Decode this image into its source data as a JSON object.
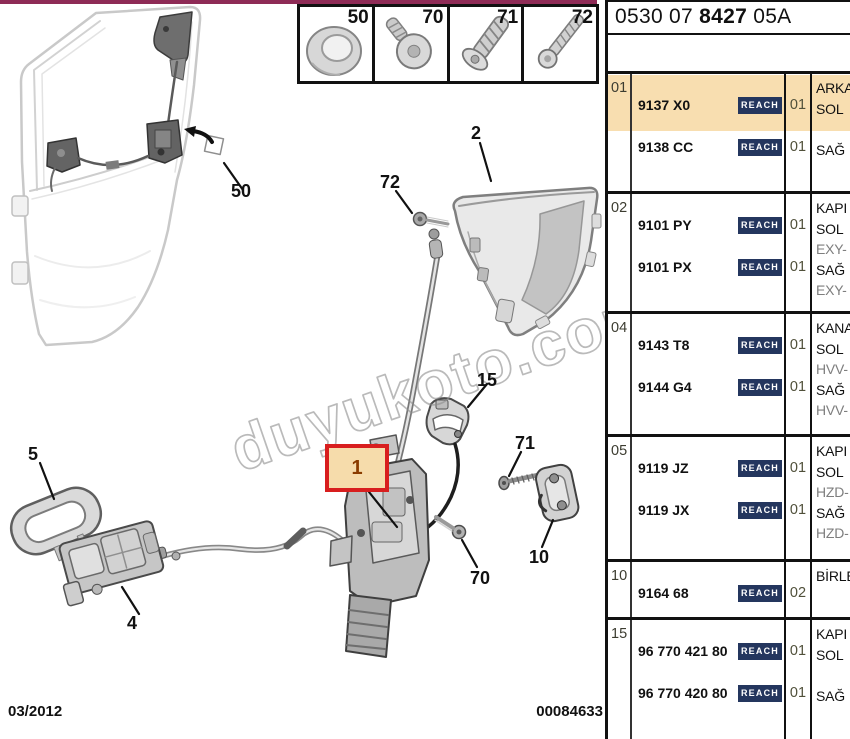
{
  "header": {
    "part_number_prefix": "0530 07 ",
    "part_number_bold": "8427",
    "part_number_suffix": " 05A"
  },
  "footer": {
    "date": "03/2012",
    "doc_number": "00084633"
  },
  "fastener_legend": [
    {
      "id": "50",
      "icon": "grommet-icon"
    },
    {
      "id": "70",
      "icon": "short-screw-icon"
    },
    {
      "id": "71",
      "icon": "tapping-screw-icon"
    },
    {
      "id": "72",
      "icon": "long-screw-icon"
    }
  ],
  "diagram": {
    "watermark": "duyukoto.com",
    "labels": [
      {
        "text": "50"
      },
      {
        "text": "2"
      },
      {
        "text": "72"
      },
      {
        "text": "15"
      },
      {
        "text": "1",
        "highlighted": true
      },
      {
        "text": "71"
      },
      {
        "text": "70"
      },
      {
        "text": "10"
      },
      {
        "text": "5"
      },
      {
        "text": "4"
      }
    ]
  },
  "table": {
    "reach_label": "REACH",
    "groups": [
      {
        "no": "01",
        "rows": [
          {
            "ref": "9137 X0",
            "qty": "01",
            "highlighted": true
          },
          {
            "ref": "9138 CC",
            "qty": "01"
          }
        ],
        "desc_lines": [
          {
            "text": "ARKA"
          },
          {
            "text": "SOL"
          },
          {
            "text": ""
          },
          {
            "text": "SAĞ"
          }
        ]
      },
      {
        "no": "02",
        "rows": [
          {
            "ref": "9101 PY",
            "qty": "01"
          },
          {
            "ref": "9101 PX",
            "qty": "01"
          }
        ],
        "desc_lines": [
          {
            "text": "KAPI"
          },
          {
            "text": "SOL"
          },
          {
            "text": "EXY-",
            "muted": true
          },
          {
            "text": "SAĞ"
          },
          {
            "text": "EXY-",
            "muted": true
          }
        ]
      },
      {
        "no": "04",
        "rows": [
          {
            "ref": "9143 T8",
            "qty": "01"
          },
          {
            "ref": "9144 G4",
            "qty": "01"
          }
        ],
        "desc_lines": [
          {
            "text": "KANA"
          },
          {
            "text": "SOL"
          },
          {
            "text": "HVV-",
            "muted": true
          },
          {
            "text": "SAĞ"
          },
          {
            "text": "HVV-",
            "muted": true
          }
        ]
      },
      {
        "no": "05",
        "rows": [
          {
            "ref": "9119 JZ",
            "qty": "01"
          },
          {
            "ref": "9119 JX",
            "qty": "01"
          }
        ],
        "desc_lines": [
          {
            "text": "KAPI"
          },
          {
            "text": "SOL"
          },
          {
            "text": "HZD-",
            "muted": true
          },
          {
            "text": "SAĞ"
          },
          {
            "text": "HZD-",
            "muted": true
          }
        ]
      },
      {
        "no": "10",
        "rows": [
          {
            "ref": "9164 68",
            "qty": "02"
          }
        ],
        "desc_lines": [
          {
            "text": "BİRLE"
          }
        ]
      },
      {
        "no": "15",
        "rows": [
          {
            "ref": "96 770 421 80",
            "qty": "01"
          },
          {
            "ref": "96 770 420 80",
            "qty": "01"
          }
        ],
        "desc_lines": [
          {
            "text": "KAPI"
          },
          {
            "text": "SOL"
          },
          {
            "text": ""
          },
          {
            "text": "SAĞ"
          }
        ]
      }
    ]
  },
  "colors": {
    "accent_maroon": "#8e2b56",
    "row_highlight": "#f8deb0",
    "reach_badge_bg": "#24365e",
    "callout_box_border": "#d81e1e",
    "callout_box_fill": "#f6dcab"
  }
}
